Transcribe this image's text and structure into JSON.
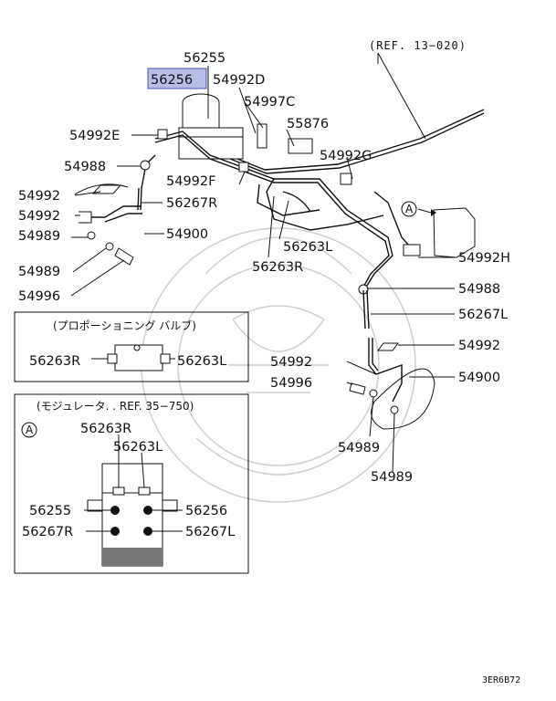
{
  "highlight_color": "#b8bde6",
  "top_ref": "(REF. 13−020)",
  "parts": {
    "p56255": "56255",
    "p56256": "56256",
    "p54992D": "54992D",
    "p54997C": "54997C",
    "p55876": "55876",
    "p54992E": "54992E",
    "p54988a": "54988",
    "p54992F": "54992F",
    "p54992G": "54992G",
    "p54992a": "54992",
    "p56267R": "56267R",
    "p54992b": "54992",
    "p54989a": "54989",
    "p54900a": "54900",
    "p56263L": "56263L",
    "p56263R": "56263R",
    "p54989b": "54989",
    "p54996a": "54996",
    "p54992H": "54992H",
    "p54988b": "54988",
    "p56267L": "56267L",
    "p54992c": "54992",
    "p54992d": "54992",
    "p54900b": "54900",
    "p54996b": "54996",
    "p54989c": "54989",
    "p54989d": "54989",
    "callout_a": "A"
  },
  "valve_box": {
    "title": "(プロポーショニング バルブ)",
    "left": "56263R",
    "right": "56263L"
  },
  "modulator_box": {
    "title": "(モジュレータ. . REF. 35−750)",
    "marker": "A",
    "p56263R": "56263R",
    "p56263L": "56263L",
    "p56255": "56255",
    "p56256": "56256",
    "p56267R": "56267R",
    "p56267L": "56267L"
  },
  "figure_code": "3ER6B72"
}
